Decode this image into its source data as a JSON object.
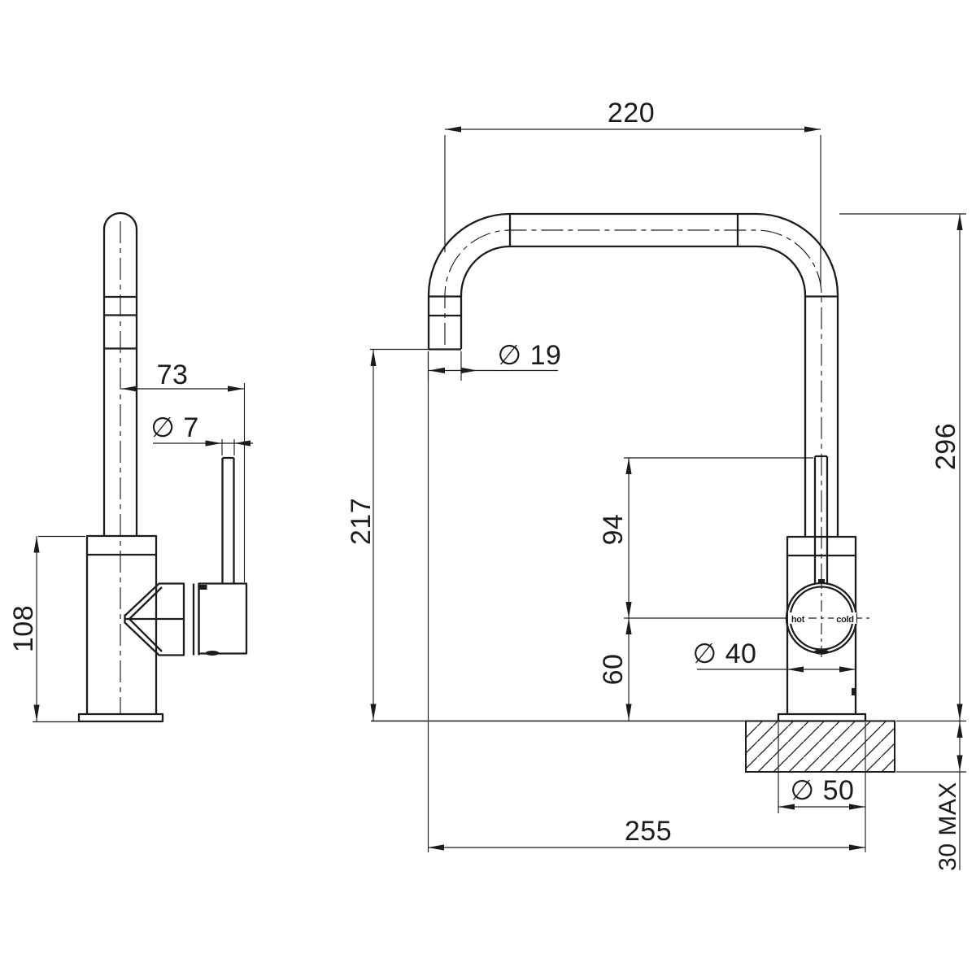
{
  "style": {
    "background": "#ffffff",
    "line_color": "#1c1c1c"
  },
  "side_view": {
    "dim_handle_reach": "73",
    "dim_lever_diameter": "∅ 7",
    "dim_body_height": "108"
  },
  "front_view": {
    "dim_spout_span": "220",
    "dim_spout_tube_diameter": "∅ 19",
    "dim_spout_outlet_height": "217",
    "dim_overall_height": "296",
    "dim_lever_top_to_center": "94",
    "dim_center_to_base": "60",
    "dim_body_diameter": "∅ 40",
    "dim_base_diameter": "∅ 50",
    "dim_horizontal_reach": "255",
    "dim_benchtop_thickness": "30 MAX",
    "label_hot": "hot",
    "label_cold": "cold"
  }
}
